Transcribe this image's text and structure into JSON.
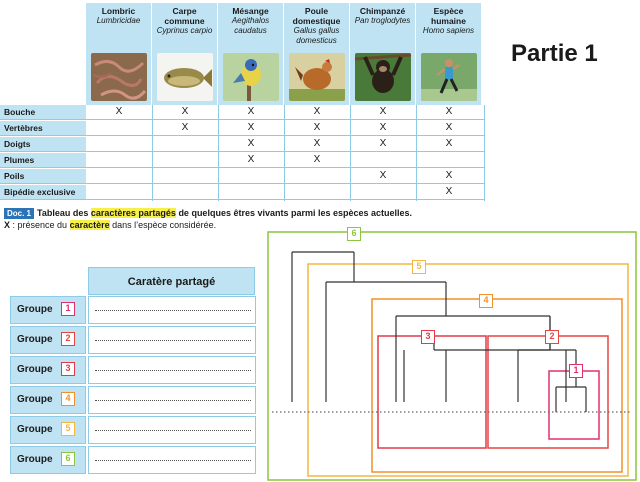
{
  "species": [
    {
      "name": "Lombric",
      "scientific": "Lumbricidae",
      "image": "earthworm-photo"
    },
    {
      "name": "Carpe commune",
      "scientific": "Cyprinus carpio",
      "image": "carp-photo"
    },
    {
      "name": "Mésange",
      "scientific": "Aegithalos caudatus",
      "image": "tit-bird-photo"
    },
    {
      "name": "Poule domestique",
      "scientific": "Gallus gallus domesticus",
      "image": "hen-photo"
    },
    {
      "name": "Chimpanzé",
      "scientific": "Pan troglodytes",
      "image": "chimpanzee-photo"
    },
    {
      "name": "Espèce humaine",
      "scientific": "Homo sapiens",
      "image": "human-runner-photo"
    }
  ],
  "traits": [
    {
      "label": "Bouche",
      "marks": [
        true,
        true,
        true,
        true,
        true,
        true
      ]
    },
    {
      "label": "Vertèbres",
      "marks": [
        false,
        true,
        true,
        true,
        true,
        true
      ]
    },
    {
      "label": "Doigts",
      "marks": [
        false,
        false,
        true,
        true,
        true,
        true
      ]
    },
    {
      "label": "Plumes",
      "marks": [
        false,
        false,
        true,
        true,
        false,
        false
      ]
    },
    {
      "label": "Poils",
      "marks": [
        false,
        false,
        false,
        false,
        true,
        true
      ]
    },
    {
      "label": "Bipédie exclusive",
      "marks": [
        false,
        false,
        false,
        false,
        false,
        true
      ]
    }
  ],
  "mark_symbol": "X",
  "caption": {
    "doc_tag": "Doc. 1",
    "part1": "Tableau des ",
    "highlight1": "caractères partagés",
    "part2": " de quelques êtres vivants parmi les espèces actuelles.",
    "legend_x": "X",
    "legend_part1": " : présence du ",
    "highlight2": "caractère",
    "legend_part2": " dans l’espèce considérée."
  },
  "partie_title": "Partie 1",
  "groups_table": {
    "header": "Caratère partagé",
    "rows": [
      {
        "label": "Groupe",
        "num": "1",
        "color": "#e0306e"
      },
      {
        "label": "Groupe",
        "num": "2",
        "color": "#e64640"
      },
      {
        "label": "Groupe",
        "num": "3",
        "color": "#e23a4a"
      },
      {
        "label": "Groupe",
        "num": "4",
        "color": "#f2902a"
      },
      {
        "label": "Groupe",
        "num": "5",
        "color": "#f4b642"
      },
      {
        "label": "Groupe",
        "num": "6",
        "color": "#8cc63f"
      }
    ]
  },
  "tree_badges": [
    {
      "num": "6",
      "color": "#8cc63f"
    },
    {
      "num": "5",
      "color": "#f4b642"
    },
    {
      "num": "4",
      "color": "#f2902a"
    },
    {
      "num": "3",
      "color": "#e23a4a"
    },
    {
      "num": "2",
      "color": "#e64640"
    },
    {
      "num": "1",
      "color": "#e0306e"
    }
  ]
}
